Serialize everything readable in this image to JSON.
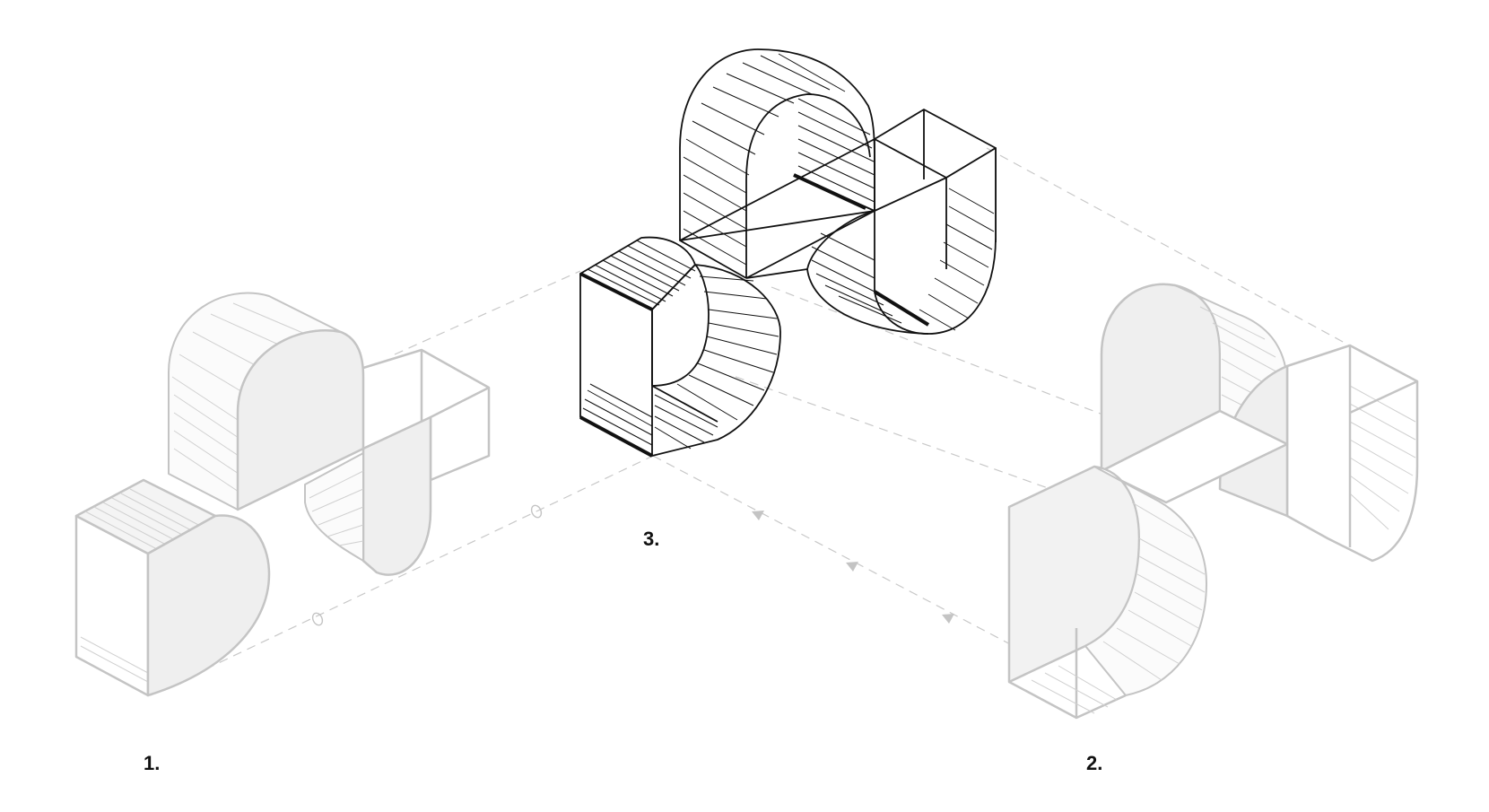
{
  "labels": {
    "one": "1.",
    "two": "2.",
    "three": "3."
  },
  "colors": {
    "background": "#ffffff",
    "ink": "#111111",
    "faded_stroke": "#c4c4c4",
    "faded_hatch": "#d0d0d0",
    "faded_fill": "#efefef",
    "dashed_guide": "#c8c8c8"
  },
  "icons": [
    "arrow-marker-icon",
    "cone-marker-icon"
  ]
}
